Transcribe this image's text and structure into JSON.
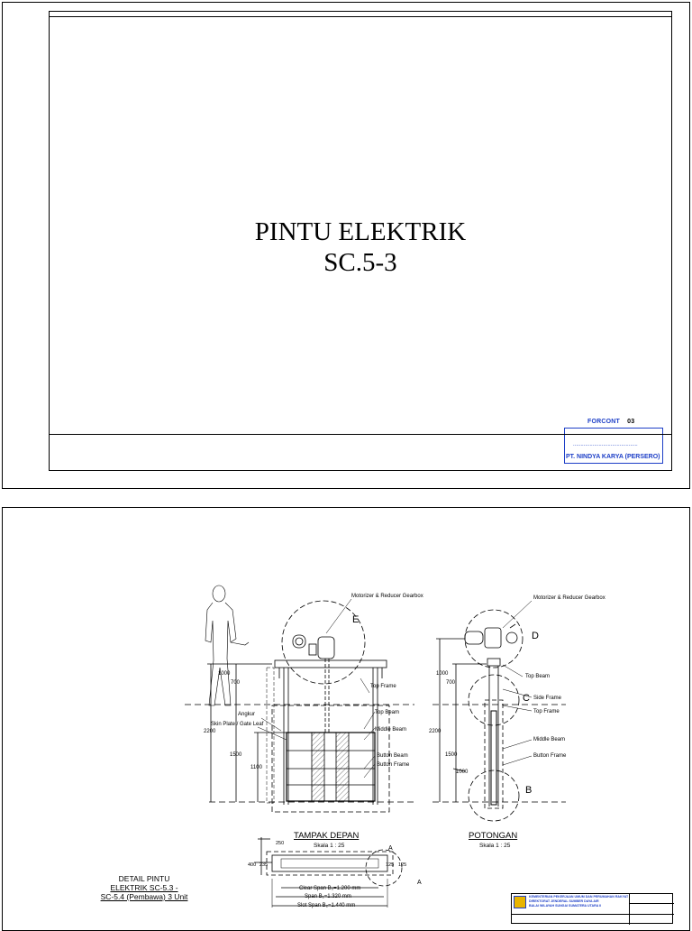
{
  "cover": {
    "title_line1": "PINTU ELEKTRIK",
    "title_line2": "SC.5-3",
    "stamp": {
      "brand": "FORCONT",
      "brand_suffix": "03",
      "signature_dots": "...........................................",
      "company": "PT. NINDYA KARYA (PERSERO)",
      "color": "#1d3fc7"
    }
  },
  "drawing": {
    "front_view": {
      "title": "TAMPAK DEPAN",
      "scale": "Skala 1 : 25",
      "callouts": {
        "gearbox": "Motorizer & Reducer Gearbox",
        "detail_e": "E",
        "top_frame": "Top Frame",
        "angkur": "Angkur",
        "top_beam": "Top Beam",
        "skin_plate": "Skin Plate / Gate Leaf",
        "middle_beam": "Middle Beam",
        "button_beam": "Button Beam",
        "button_frame": "Button Frame"
      },
      "dimensions": [
        "1000",
        "700",
        "2200",
        "1500",
        "1100"
      ]
    },
    "section_view": {
      "title": "POTONGAN",
      "scale": "Skala 1 : 25",
      "callouts": {
        "gearbox": "Motorizer & Reducer Gearbox",
        "detail_d": "D",
        "top_beam": "Top Beam",
        "detail_c": "C",
        "side_frame": "Side Frame",
        "top_frame": "Top Frame",
        "middle_beam": "Middle Beam",
        "button_frame": "Button Frame",
        "detail_b": "B"
      },
      "dimensions": [
        "1000",
        "700",
        "2200",
        "1500",
        "1000"
      ]
    },
    "plan_view": {
      "section_mark": "A",
      "section_mark_2": "A",
      "dimensions": [
        "250",
        "400",
        "235",
        "125",
        "125"
      ],
      "clear_span": "Clear Span B₀=1.200 mm",
      "span": "Span B₁=1.320 mm",
      "slot_span": "Slot Span B₂=1.440 mm"
    },
    "detail_label": {
      "line1": "DETAIL PINTU",
      "line2": "ELEKTRIK SC-5.3 -",
      "line3": "SC-5.4 (Pembawa) 3 Unit"
    },
    "title_block": {
      "ministry": "KEMENTERIAN PEKERJAAN UMUM DAN PERUMAHAN RAKYAT",
      "directorate": "DIREKTORAT JENDERAL SUMBER DAYA AIR",
      "agency": "BALAI WILAYAH SUNGAI SUMATERA UTARA II"
    }
  }
}
